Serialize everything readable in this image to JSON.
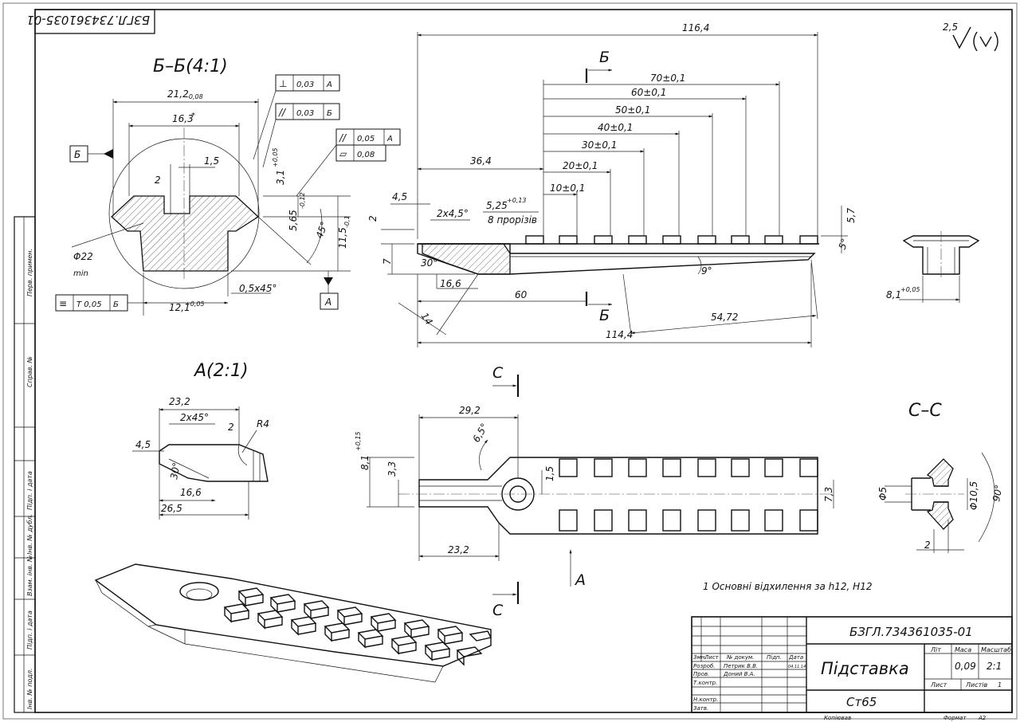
{
  "sheet": {
    "stamp_top_left": "БЗГЛ.734361035-01",
    "roughness": {
      "value": "2,5"
    }
  },
  "section_bb": {
    "title": "Б–Б(4:1)",
    "dims": {
      "width_top": "21,2",
      "width_top_tol": "-0,08",
      "width_mid": "16,3",
      "width_mid_sup": "*",
      "slot_w": "1,5",
      "slot_h": "2",
      "depth1": "3,1",
      "depth1_tol": "+0,05",
      "depth2": "5,65",
      "depth2_tol": "-0,12",
      "height": "11,5",
      "height_tol": "-0,1",
      "angle": "45°",
      "bottom": "12,1",
      "bottom_tol": "+0,05",
      "chamfer": "0,5x45°",
      "radius": "Φ22",
      "radius_note": "min"
    },
    "datum_b": "Б",
    "datum_a": "А",
    "tol_frames": [
      {
        "symbol": "⊥",
        "value": "0,03",
        "datum": "А"
      },
      {
        "symbol": "//",
        "value": "0,03",
        "datum": "Б"
      },
      {
        "symbol": "//",
        "value": "0,05",
        "datum": "А"
      },
      {
        "symbol": "▱",
        "value": "0,08",
        "datum": ""
      },
      {
        "symbol": "≡",
        "value": "T 0,05",
        "datum": "Б"
      }
    ]
  },
  "main_view": {
    "dims": {
      "overall_top": "116,4",
      "d70": "70±0,1",
      "d60": "60±0,1",
      "d50": "50±0,1",
      "d40": "40±0,1",
      "d30": "30±0,1",
      "d20": "20±0,1",
      "d10": "10±0,1",
      "d36": "36,4",
      "d45": "4,5",
      "ch2": "2x4,5°",
      "slot": "5,25",
      "slot_tol": "+0,13",
      "slot_note": "8 прорізів",
      "h2": "2",
      "h7": "7",
      "h57": "5,7",
      "a30": "30°",
      "d166": "16,6",
      "d60b": "60",
      "d14": "14",
      "a9": "9°",
      "a5": "5°",
      "d5472": "54,72",
      "overall_bot": "114,4"
    },
    "cut_label": "Б"
  },
  "end_view": {
    "dim": "8,1",
    "dim_tol": "+0,05"
  },
  "detail_a": {
    "title": "А(2:1)",
    "dims": {
      "d232": "23,2",
      "ch": "2x45°",
      "r": "R4",
      "d2": "2",
      "d45": "4,5",
      "a30": "30°",
      "d166": "16,6",
      "d265": "26,5"
    }
  },
  "top_view": {
    "cut_label": "С",
    "view_label": "А",
    "dims": {
      "d292": "29,2",
      "a65": "6,5°",
      "d81": "8,1",
      "d81_tol": "+0,15",
      "d33": "3,3",
      "d15": "1,5",
      "d73": "7,3",
      "d232": "23,2"
    }
  },
  "section_cc": {
    "title": "С–С",
    "dims": {
      "d5": "Φ5",
      "d105": "Φ10,5",
      "a90": "90°",
      "d2": "2"
    }
  },
  "note": "1 Основні відхилення за h12, H12",
  "title_block": {
    "code": "БЗГЛ.734361035-01",
    "name": "Підставка",
    "material": "Ст65",
    "headers": {
      "lit": "Літ",
      "mass": "Маса",
      "scale": "Масштаб"
    },
    "mass": "0,09",
    "scale": "2:1",
    "sheet_label": "Лист",
    "sheets_label": "Листів",
    "sheets_value": "1",
    "cols": [
      "Змн.",
      "Лист",
      "№ докум.",
      "Підп.",
      "Дата"
    ],
    "rows": [
      {
        "role": "Розроб.",
        "name": "Петрик В.В.",
        "date": "04.11.14"
      },
      {
        "role": "Пров.",
        "name": "Доний В.А.",
        "date": ""
      },
      {
        "role": "Т.контр.",
        "name": "",
        "date": ""
      },
      {
        "role": "",
        "name": "",
        "date": ""
      },
      {
        "role": "Н.контр.",
        "name": "",
        "date": ""
      },
      {
        "role": "Затв.",
        "name": "",
        "date": ""
      }
    ],
    "footer_copy": "Копіював",
    "footer_format": "Формат",
    "footer_format_val": "А2"
  },
  "side_strip": [
    "Перв. примен.",
    "Справ. №",
    "Підп. і дата",
    "Інв. № дубл.",
    "Взам. інв. №",
    "Підп. і дата",
    "Інв. № подл."
  ]
}
